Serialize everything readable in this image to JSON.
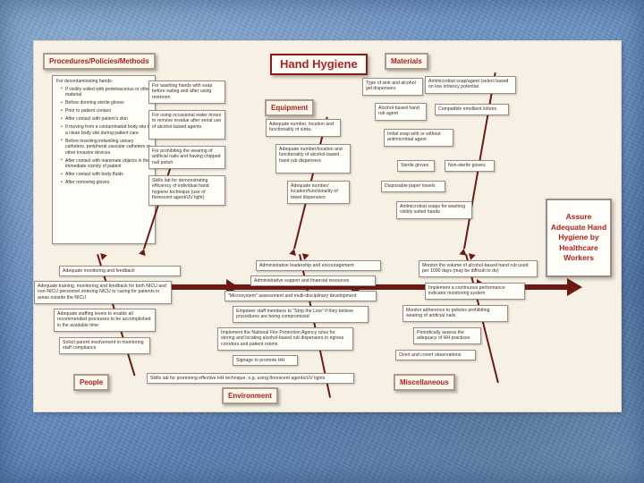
{
  "slide": {
    "title": "Hand Hygiene",
    "goal": "Assure Adequate Hand Hygiene by Healthcare Workers",
    "accent_color": "#b3201c",
    "spine_color": "#6e1a14",
    "panel_color": "#f6f1e4",
    "background_color": "#6f98c8"
  },
  "categories": {
    "procedures": "Procedures/Policies/Methods",
    "equipment": "Equipment",
    "materials": "Materials",
    "people": "People",
    "environment": "Environment",
    "miscellaneous": "Miscellaneous"
  },
  "procedures": {
    "list_header": "For decontaminating hands:",
    "bullets": [
      "If visibly soiled with proteinaceous or other material",
      "Before donning sterile gloves",
      "Prior to patient contact",
      "After contact with patient's skin",
      "If moving from a contaminated body site to a clean body site during patient care",
      "Before inserting indwelling urinary catheters, peripheral vascular catheters or other invasive devices",
      "After contact with inanimate objects in the immediate vicinity of patient",
      "After contact with body fluids",
      "After removing gloves"
    ],
    "nodes": [
      "For washing hands with soap before eating and after using restroom",
      "For using occasional water rinses to remove residue after serial use of alcohol-based agents",
      "For prohibiting the wearing of artificial nails and having chipped nail polish",
      "Skills lab for demonstrating efficiency of individual hand hygiene technique (use of florescent agent/UV light)"
    ]
  },
  "equipment": {
    "nodes": [
      "Adequate number, location and functionality of sinks",
      "Adequate number/location and functionality of alcohol-based hand rub dispensers",
      "Adequate number/ location/functionality of towel dispensers"
    ]
  },
  "materials": {
    "nodes": [
      "Type of sink and alcohol gel dispensers",
      "Antimicrobial soap/agent (select based on low irritancy potential",
      "Alcohol-based hand rub agent",
      "Compatible emollient lotions",
      "Initial soap with or without antimicrobial agent",
      "Sterile gloves",
      "Non-sterile gloves",
      "Disposable paper towels",
      "Antimicrobial soaps for washing visibly soiled hands"
    ]
  },
  "people": {
    "nodes": [
      "Adequate monitoring and feedback",
      "Adequate training, monitoring and feedback for both NICU and non-NICU personnel entering NICU or caring for patients in areas outside the NICU",
      "Adequate staffing levels to enable all recommended processes to be accomplished in the available time",
      "Solicit parent involvement in monitoring staff compliance"
    ]
  },
  "environment": {
    "nodes": [
      "Administrative leadership and encouragement",
      "Administrative support and financial resources",
      "\"Microsystem\" assessment and multi-disciplinary development",
      "Empower staff members to \"Stop the Line\" if they believe procedures are being compromised",
      "Implement the National Fire Protection Agency rules for storing and locating alcohol-based rub dispensers in egress corridors and patient rooms",
      "Signage to promote HH",
      "Skills lab for promoting effective HH technique, e.g. using florescent agents/UV lights"
    ]
  },
  "miscellaneous": {
    "nodes": [
      "Monitor the volume of alcohol-based hand rub used per 1000 days (may be difficult to do)",
      "Implement a continuous performance indicator monitoring system",
      "Monitor adherence to policies prohibiting wearing of artificial nails",
      "Periodically assess the adequacy of HH practices",
      "Overt and covert observations"
    ]
  }
}
